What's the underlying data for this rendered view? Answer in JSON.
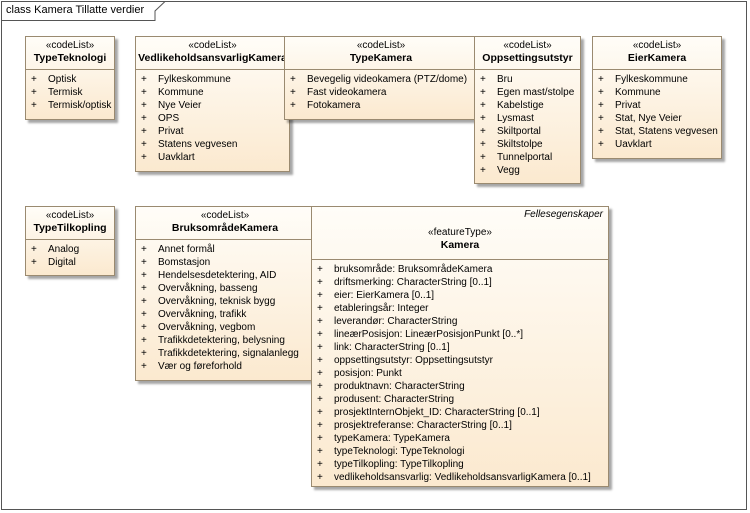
{
  "diagram_frame": {
    "title": "class Kamera Tillatte verdier"
  },
  "plus": "+",
  "classes": {
    "type_teknologi": {
      "stereotype": "«codeList»",
      "name": "TypeTeknologi",
      "items": [
        "Optisk",
        "Termisk",
        "Termisk/optisk"
      ]
    },
    "vedlikehold": {
      "stereotype": "«codeList»",
      "name": "VedlikeholdsansvarligKamera",
      "items": [
        "Fylkeskommune",
        "Kommune",
        "Nye Veier",
        "OPS",
        "Privat",
        "Statens vegvesen",
        "Uavklart"
      ]
    },
    "type_kamera": {
      "stereotype": "«codeList»",
      "name": "TypeKamera",
      "items": [
        "Bevegelig videokamera (PTZ/dome)",
        "Fast videokamera",
        "Fotokamera"
      ]
    },
    "oppsettingsutstyr": {
      "stereotype": "«codeList»",
      "name": "Oppsettingsutstyr",
      "items": [
        "Bru",
        "Egen mast/stolpe",
        "Kabelstige",
        "Lysmast",
        "Skiltportal",
        "Skiltstolpe",
        "Tunnelportal",
        "Vegg"
      ]
    },
    "eier_kamera": {
      "stereotype": "«codeList»",
      "name": "EierKamera",
      "items": [
        "Fylkeskommune",
        "Kommune",
        "Privat",
        "Stat, Nye Veier",
        "Stat, Statens vegvesen",
        "Uavklart"
      ]
    },
    "type_tilkopling": {
      "stereotype": "«codeList»",
      "name": "TypeTilkopling",
      "items": [
        "Analog",
        "Digital"
      ]
    },
    "bruksomrade": {
      "stereotype": "«codeList»",
      "name": "BruksområdeKamera",
      "items": [
        "Annet formål",
        "Bomstasjon",
        "Hendelsesdetektering, AID",
        "Overvåkning, basseng",
        "Overvåkning, teknisk bygg",
        "Overvåkning, trafikk",
        "Overvåkning, vegbom",
        "Trafikkdetektering, belysning",
        "Trafikkdetektering, signalanlegg",
        "Vær og føreforhold"
      ]
    },
    "kamera": {
      "package_note": "Fellesegenskaper",
      "stereotype": "«featureType»",
      "name": "Kamera",
      "items": [
        "bruksområde: BruksområdeKamera",
        "driftsmerking: CharacterString [0..1]",
        "eier: EierKamera [0..1]",
        "etableringsår: Integer",
        "leverandør: CharacterString",
        "lineærPosisjon: LineærPosisjonPunkt [0..*]",
        "link: CharacterString [0..1]",
        "oppsettingsutstyr: Oppsettingsutstyr",
        "posisjon: Punkt",
        "produktnavn: CharacterString",
        "produsent: CharacterString",
        "prosjektInternObjekt_ID: CharacterString [0..1]",
        "prosjektreferanse: CharacterString [0..1]",
        "typeKamera: TypeKamera",
        "typeTeknologi: TypeTeknologi",
        "typeTilkopling: TypeTilkopling",
        "vedlikeholdsansvarlig: VedlikeholdsansvarligKamera [0..1]"
      ]
    }
  }
}
